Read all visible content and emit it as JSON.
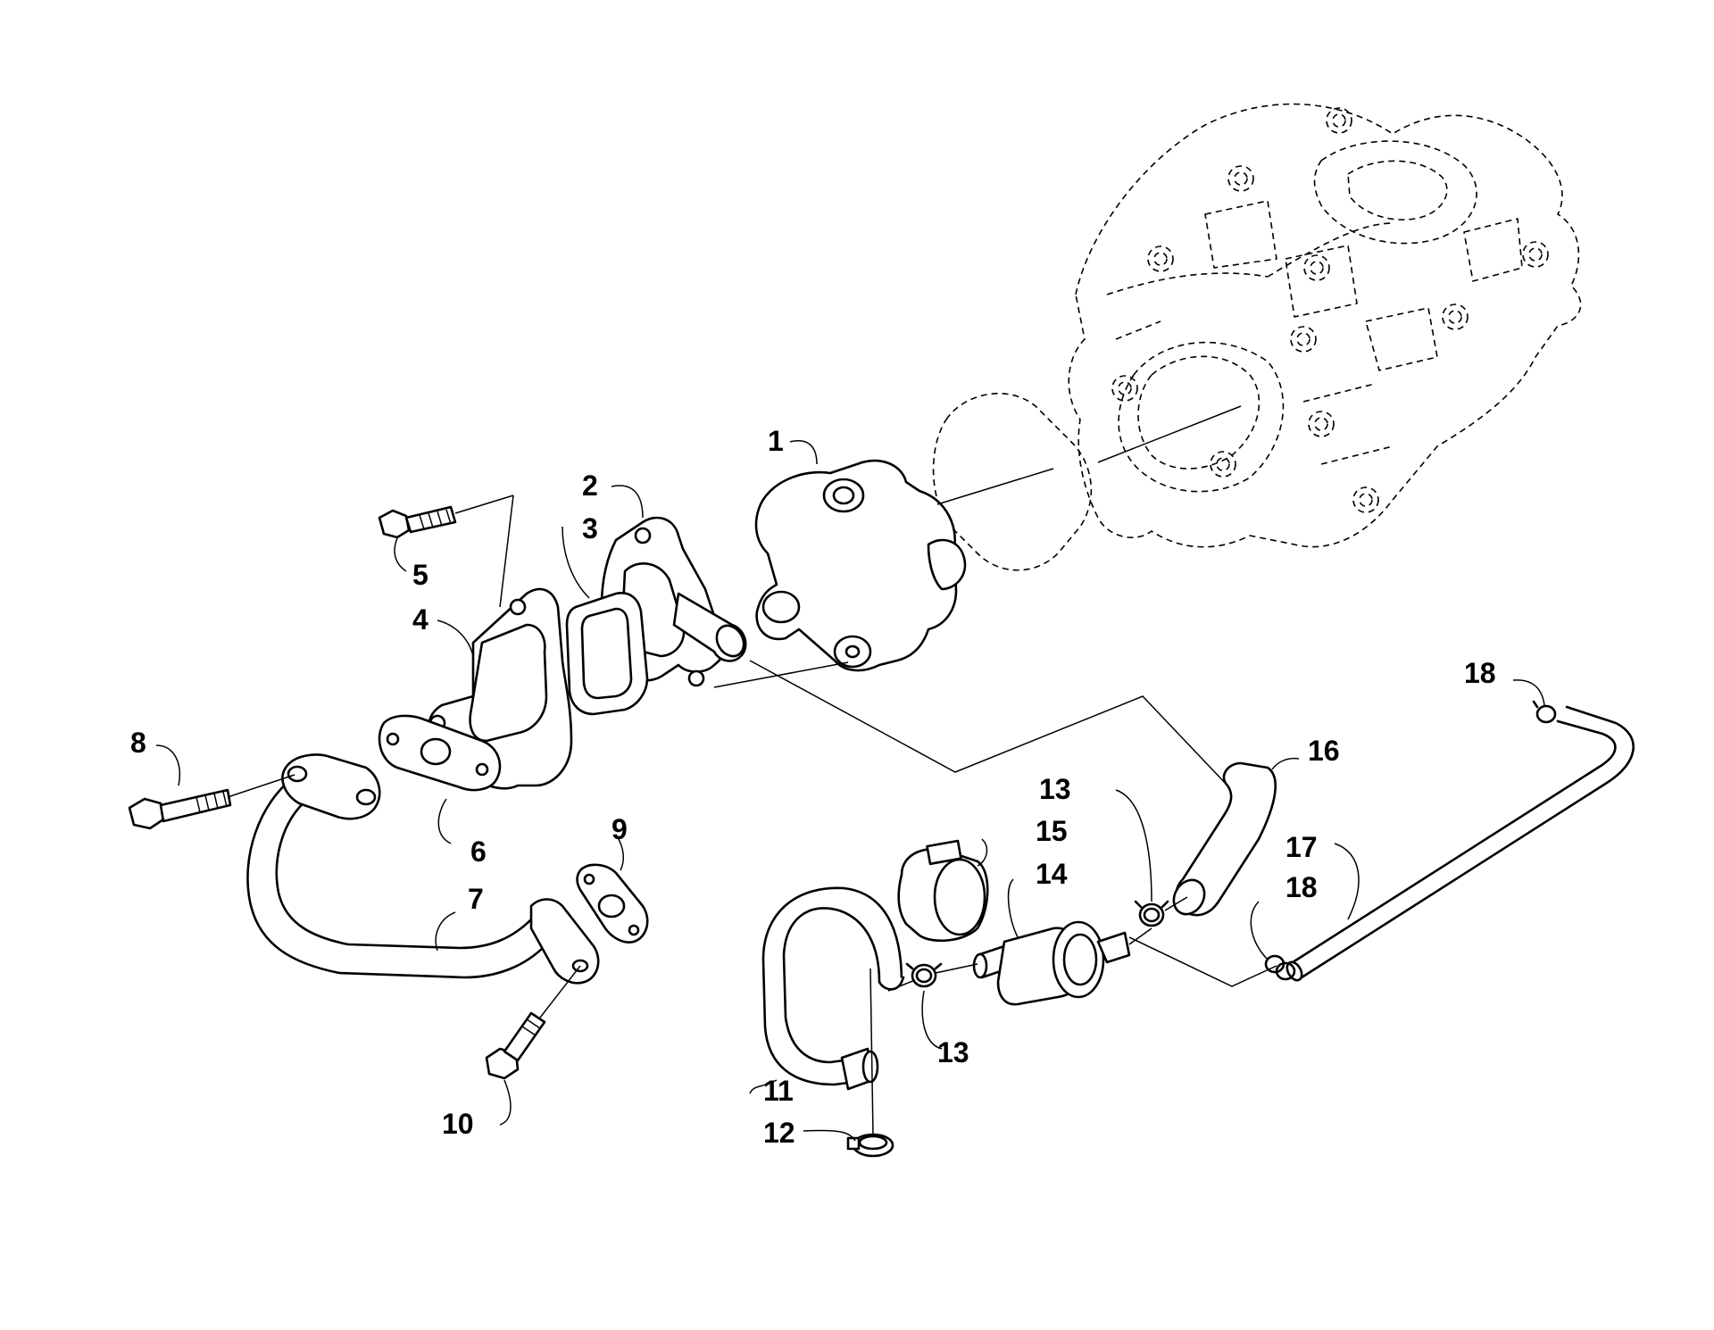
{
  "callouts": {
    "c1": "1",
    "c2": "2",
    "c3": "3",
    "c4": "4",
    "c5": "5",
    "c6": "6",
    "c7": "7",
    "c8": "8",
    "c9": "9",
    "c10": "10",
    "c11": "11",
    "c12": "12",
    "c13a": "13",
    "c13b": "13",
    "c14": "14",
    "c15": "15",
    "c16": "16",
    "c17": "17",
    "c18a": "18",
    "c18b": "18"
  }
}
